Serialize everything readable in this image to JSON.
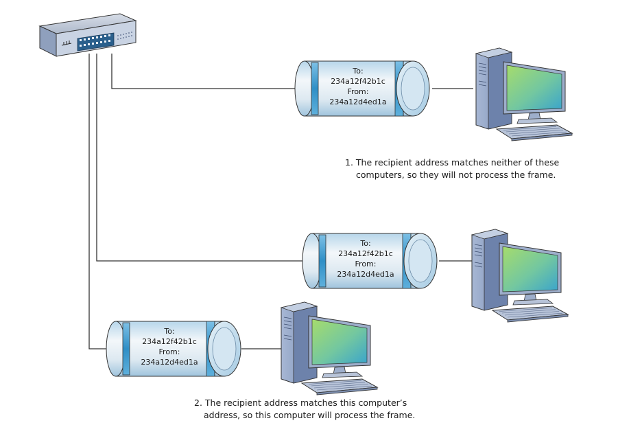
{
  "frames": [
    {
      "to_label": "To:",
      "to_address": "234a12f42b1c",
      "from_label": "From:",
      "from_address": "234a12d4ed1a"
    },
    {
      "to_label": "To:",
      "to_address": "234a12f42b1c",
      "from_label": "From:",
      "from_address": "234a12d4ed1a"
    },
    {
      "to_label": "To:",
      "to_address": "234a12f42b1c",
      "from_label": "From:",
      "from_address": "234a12d4ed1a"
    }
  ],
  "captions": {
    "first": {
      "line1": "1. The recipient address matches neither of these",
      "line2": "computers, so they will not process the frame."
    },
    "second": {
      "line1": "2. The recipient address matches this computer’s",
      "line2": "address, so this computer will process the frame."
    }
  },
  "colors": {
    "cable": "#333333",
    "cylinder_light": "#eef4f8",
    "cylinder_blue": "#4da3d4",
    "computer_case": "#8fa4c7",
    "screen_green": "#9ed66b",
    "screen_blue": "#3ba6c9"
  }
}
